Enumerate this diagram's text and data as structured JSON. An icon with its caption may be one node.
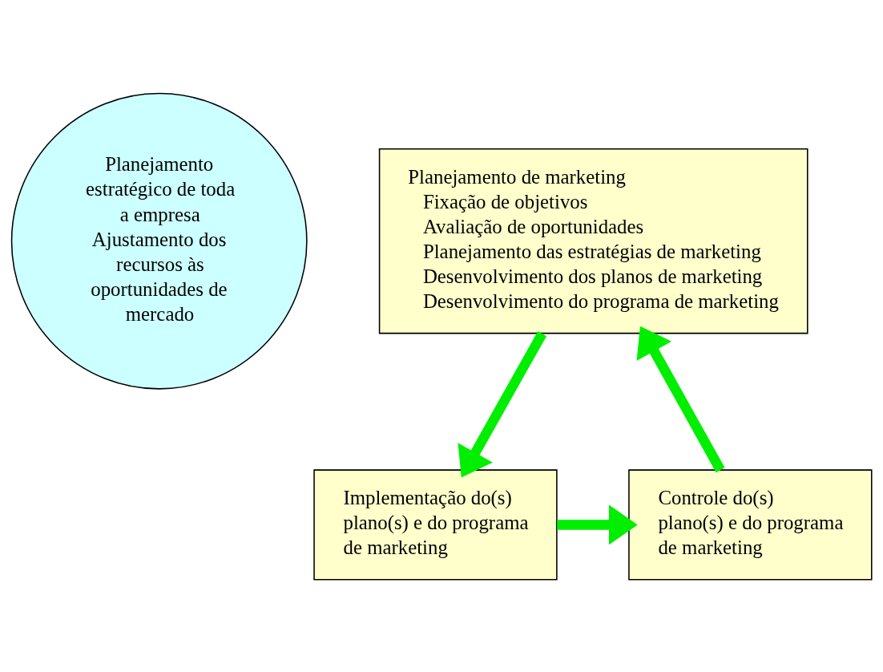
{
  "diagram": {
    "nodes": [
      {
        "text": [
          "Planejamento estratégico de toda a empresa",
          "Ajustamento dos recursos às oportunidades de mercado"
        ]
      },
      {
        "text": [
          "Planejamento de marketing",
          "Fixação de objetivos",
          "Avaliação de oportunidades",
          "Planejamento das estratégias de marketing",
          "Desenvolvimento dos planos de marketing",
          "Desenvolvimento do programa de marketing"
        ]
      },
      {
        "text": [
          "Implementação do(s) plano(s) e do programa de marketing"
        ]
      },
      {
        "text": [
          "Controle do(s) plano(s) e do programa de marketing"
        ]
      }
    ],
    "edges": [
      {
        "from": 1,
        "to": 2,
        "arrow": "to"
      },
      {
        "from": 2,
        "to": 3,
        "arrow": "to"
      },
      {
        "from": 3,
        "to": 1,
        "arrow": "to"
      }
    ]
  }
}
